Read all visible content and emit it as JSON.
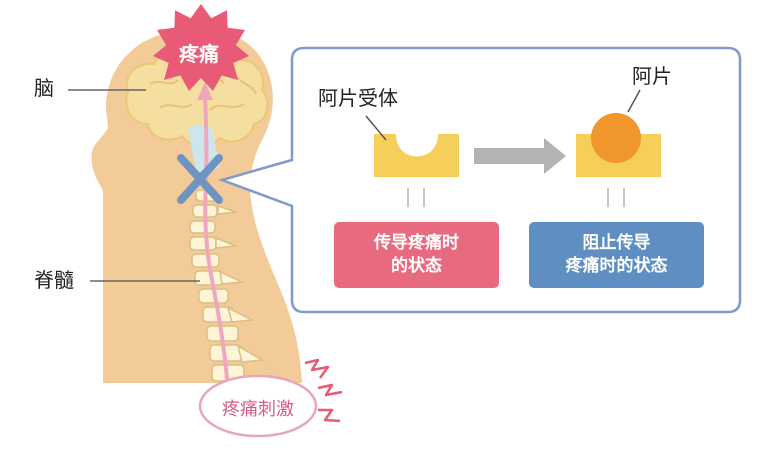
{
  "labels": {
    "pain": "疼痛",
    "brain": "脑",
    "spinal_cord": "脊髓",
    "stimulus": "疼痛刺激",
    "receptor": "阿片受体",
    "opioid": "阿片"
  },
  "boxes": {
    "pain_state": {
      "line1": "传导疼痛时",
      "line2": "的状态"
    },
    "block_state": {
      "line1": "阻止传导",
      "line2": "疼痛时的状态"
    }
  },
  "colors": {
    "skin": "#F3CB98",
    "brain": "#F5DFA0",
    "spine": "#FFF4D6",
    "pain_star": "#E85A76",
    "pain_path": "#F0A6BF",
    "block_x": "#6E94C4",
    "panel_border": "#7F9CC8",
    "receptor": "#F6CE5A",
    "opioid": "#F0962B",
    "arrow": "#B3B3B3",
    "box_pink": "#E86A7F",
    "box_blue": "#5F8FC2"
  }
}
